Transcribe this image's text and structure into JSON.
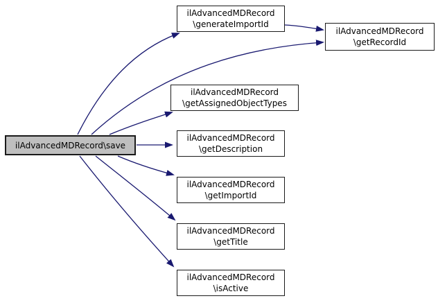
{
  "diagram": {
    "type": "call-graph",
    "colors": {
      "background": "#ffffff",
      "edge": "#191970",
      "node_fill": "#ffffff",
      "node_border": "#1a1a1a",
      "highlight_fill": "#bfbfbf",
      "text": "#000000"
    },
    "nodes": [
      {
        "id": "save",
        "highlighted": true,
        "lines": [
          "ilAdvancedMDRecord\\save"
        ]
      },
      {
        "id": "generateImportId",
        "highlighted": false,
        "lines": [
          "ilAdvancedMDRecord",
          "\\generateImportId"
        ]
      },
      {
        "id": "getRecordId",
        "highlighted": false,
        "lines": [
          "ilAdvancedMDRecord",
          "\\getRecordId"
        ]
      },
      {
        "id": "getAssignedObjectTypes",
        "highlighted": false,
        "lines": [
          "ilAdvancedMDRecord",
          "\\getAssignedObjectTypes"
        ]
      },
      {
        "id": "getDescription",
        "highlighted": false,
        "lines": [
          "ilAdvancedMDRecord",
          "\\getDescription"
        ]
      },
      {
        "id": "getImportId",
        "highlighted": false,
        "lines": [
          "ilAdvancedMDRecord",
          "\\getImportId"
        ]
      },
      {
        "id": "getTitle",
        "highlighted": false,
        "lines": [
          "ilAdvancedMDRecord",
          "\\getTitle"
        ]
      },
      {
        "id": "isActive",
        "highlighted": false,
        "lines": [
          "ilAdvancedMDRecord",
          "\\isActive"
        ]
      }
    ],
    "edges": [
      {
        "from": "save",
        "to": "generateImportId"
      },
      {
        "from": "save",
        "to": "getRecordId"
      },
      {
        "from": "generateImportId",
        "to": "getRecordId"
      },
      {
        "from": "save",
        "to": "getAssignedObjectTypes"
      },
      {
        "from": "save",
        "to": "getDescription"
      },
      {
        "from": "save",
        "to": "getImportId"
      },
      {
        "from": "save",
        "to": "getTitle"
      },
      {
        "from": "save",
        "to": "isActive"
      }
    ]
  }
}
